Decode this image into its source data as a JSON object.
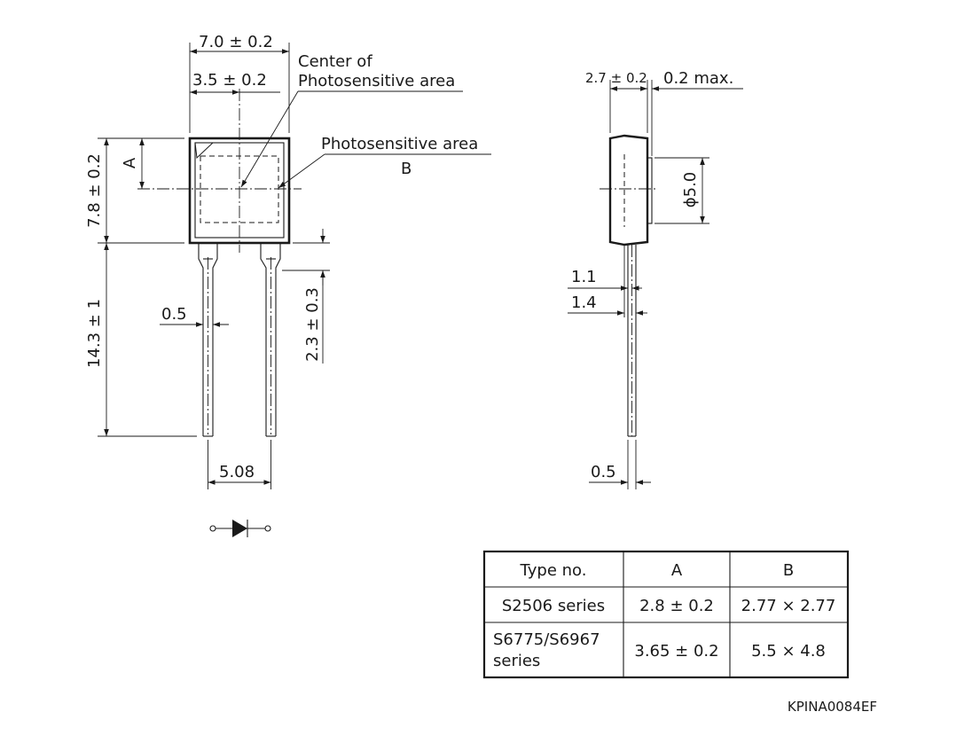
{
  "front_view": {
    "width_label": "7.0 ± 0.2",
    "center_offset_label": "3.5 ± 0.2",
    "center_callout_line1": "Center of",
    "center_callout_line2": "Photosensitive area",
    "area_callout": "Photosensitive area",
    "area_letter": "B",
    "a_letter": "A",
    "height_label": "7.8 ± 0.2",
    "lead_length_label": "14.3 ± 1",
    "lead_width_label": "0.5",
    "lead_step_label": "2.3 ± 0.3",
    "lead_pitch_label": "5.08"
  },
  "side_view": {
    "thickness_label": "2.7 ± 0.2",
    "max_label": "0.2 max.",
    "window_dia_label": "ϕ5.0",
    "dim_1": "1.1",
    "dim_2": "1.4",
    "lead_width_label": "0.5"
  },
  "table": {
    "headers": [
      "Type no.",
      "A",
      "B"
    ],
    "rows": [
      {
        "type_line1": "S2506 series",
        "type_line2": "",
        "a": "2.8 ± 0.2",
        "b": "2.77 × 2.77"
      },
      {
        "type_line1": "S6775/S6967",
        "type_line2": "series",
        "a": "3.65 ± 0.2",
        "b": "5.5 × 4.8"
      }
    ]
  },
  "drawing_code": "KPINA0084EF"
}
